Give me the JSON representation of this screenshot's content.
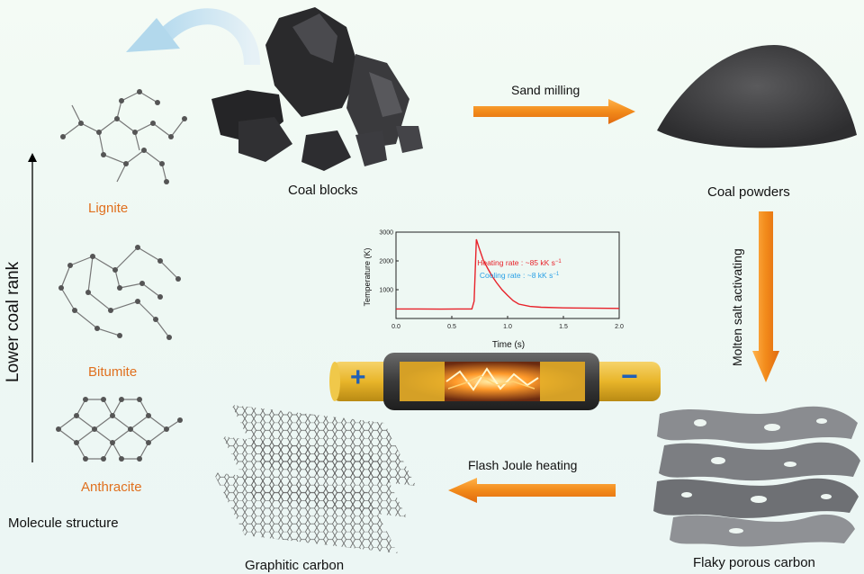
{
  "labels": {
    "coal_blocks": "Coal blocks",
    "coal_powders": "Coal powders",
    "flaky_porous_carbon": "Flaky porous carbon",
    "graphitic_carbon": "Graphitic carbon",
    "molecule_structure": "Molecule structure",
    "lower_coal_rank": "Lower coal rank"
  },
  "molecules": [
    "Lignite",
    "Bitumite",
    "Anthracite"
  ],
  "steps": {
    "sand_milling": "Sand milling",
    "molten_salt": "Molten salt activating",
    "flash_joule": "Flash Joule heating"
  },
  "electrodes": {
    "positive": "+",
    "negative": "−"
  },
  "colors": {
    "arrow_orange": "#f28a1a",
    "molecule_label": "#e0701f",
    "heating_red": "#e8222a",
    "cooling_blue": "#2aa0e6",
    "electrode_gold": "#e8b52a"
  },
  "chart_data": {
    "type": "line",
    "xlabel": "Time (s)",
    "ylabel": "Temperature (K)",
    "xlim": [
      0.0,
      2.0
    ],
    "ylim": [
      0,
      3000
    ],
    "xticks": [
      "0.0",
      "0.5",
      "1.0",
      "1.5",
      "2.0"
    ],
    "yticks": [
      "1000",
      "2000",
      "3000"
    ],
    "annotations": [
      {
        "prefix": "Heating rate : ~85 kK s",
        "sup": "−1",
        "color": "#e8222a"
      },
      {
        "prefix": "Cooling rate : ~8 kK s",
        "sup": "−1",
        "color": "#2aa0e6"
      }
    ],
    "series": [
      {
        "color": "#e8222a",
        "points": [
          [
            0.0,
            330
          ],
          [
            0.2,
            330
          ],
          [
            0.4,
            325
          ],
          [
            0.6,
            330
          ],
          [
            0.68,
            330
          ],
          [
            0.7,
            600
          ],
          [
            0.72,
            2750
          ],
          [
            0.74,
            2500
          ],
          [
            0.78,
            2050
          ],
          [
            0.82,
            1750
          ],
          [
            0.86,
            1480
          ],
          [
            0.9,
            1250
          ],
          [
            0.95,
            1000
          ],
          [
            1.0,
            800
          ],
          [
            1.05,
            620
          ],
          [
            1.1,
            500
          ],
          [
            1.2,
            420
          ],
          [
            1.3,
            390
          ],
          [
            1.5,
            370
          ],
          [
            1.8,
            355
          ],
          [
            2.0,
            350
          ]
        ]
      }
    ]
  }
}
